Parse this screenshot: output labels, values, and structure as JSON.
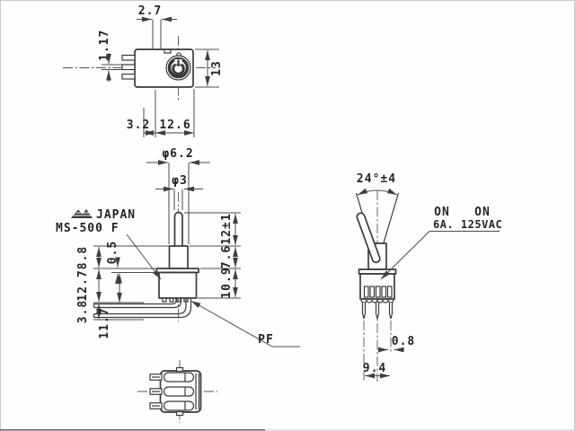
{
  "drawing": {
    "brand": {
      "logo": "miyama-mountains-icon",
      "name": "JAPAN"
    },
    "model": "MS-500 F",
    "labels": {
      "pf": "PF",
      "on_left": "ON",
      "on_right": "ON",
      "rating": "6A. 125VAC"
    },
    "dimensions": {
      "lever_offset": "2.7",
      "terminal_thickness_top": "1.17",
      "body_depth": "13",
      "edge_offset": "3.2",
      "body_width": "12.6",
      "bushing_dia": "φ6.2",
      "lever_dia": "φ3",
      "bushing_height_left": "8.8",
      "washer_thickness": "0.5",
      "body_height_left": "12.7",
      "terminal_drop": "3.8",
      "terminal_length": "11.7",
      "lever_length": "12±1",
      "bushing_height": "7.6",
      "body_height": "10.9",
      "throw_angle": "24°±4",
      "terminal_width": "0.8",
      "terminal_span": "9.4"
    }
  }
}
